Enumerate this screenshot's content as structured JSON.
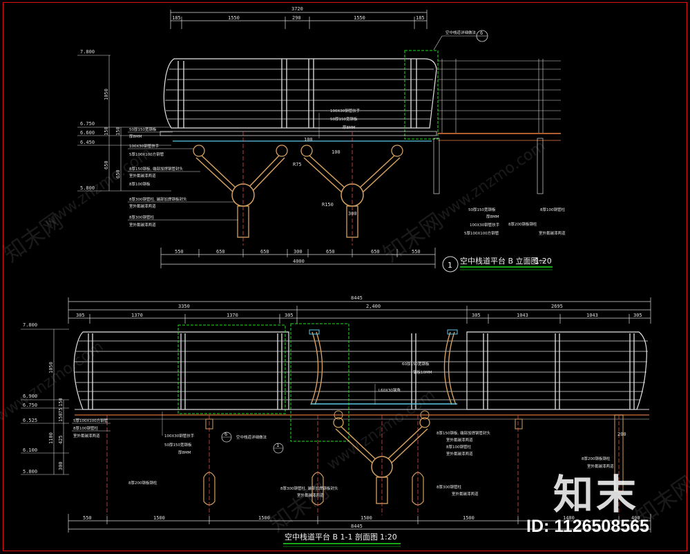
{
  "drawing1": {
    "title": "空中栈道平台 B 立面图一",
    "scale": "1:20",
    "index": "1",
    "top_total": "3720",
    "top_dims": [
      "185",
      "1550",
      "290",
      "1550",
      "185"
    ],
    "bottom_dims": [
      "550",
      "650",
      "650",
      "300",
      "650",
      "650",
      "550"
    ],
    "bottom_total": "4000",
    "levels": [
      "7.800",
      "6.750",
      "6.600",
      "6.450",
      "5.800"
    ],
    "vert_dims": [
      "1050",
      "150",
      "150",
      "650",
      "650"
    ],
    "inner_dims": [
      "100",
      "100",
      "R75",
      "R150",
      "300"
    ],
    "callout_top": "空中栈道详细做法",
    "callout_num": "6",
    "notes_left": [
      "50厚150宽钢板",
      "厚8MM",
      "100X30钢管扶手",
      "5厚100X100方钢管",
      "8厚150钢板, 端部加焊钢管封头",
      "室外氟碳漆两道",
      "8厚100钢板",
      "8厚300钢管柱, 端部加焊钢板封头",
      "室外氟碳漆两道",
      "8厚300钢管柱",
      "室外氟碳漆两道"
    ],
    "notes_center": [
      "100X30钢管扶手",
      "50厚150宽钢板",
      "厚8MM"
    ],
    "notes_right": [
      "50厚150宽钢板",
      "厚8MM",
      "100X30钢管扶手",
      "5厚100X100方钢管",
      "8厚100钢管柱",
      "8厚200钢板钢柱",
      "室外氟碳漆两道"
    ]
  },
  "drawing2": {
    "title": "空中栈道平台 B  1-1 剖面图",
    "scale": "1:20",
    "top_total": "8445",
    "top_groups": [
      "3350",
      "2,400",
      "2695"
    ],
    "top_dims": [
      "305",
      "1370",
      "1370",
      "305",
      "305",
      "1043",
      "1043",
      "305"
    ],
    "bottom_dims": [
      "550",
      "1500",
      "1500",
      "1500",
      "1500",
      "1480",
      "400"
    ],
    "bottom_total": "8445",
    "levels": [
      "7.800",
      "6.900",
      "6.750",
      "6.525",
      "6.100",
      "5.800"
    ],
    "vert_dims": [
      "1050",
      "150",
      "75",
      "150",
      "1100",
      "425",
      "300"
    ],
    "notes": [
      "5厚100X100方钢管",
      "8厚100钢管柱",
      "室外氟碳漆两道",
      "100X30钢管扶手",
      "50厚150宽钢板",
      "厚8MM",
      "空中栈道详细做法",
      "60厚150宽钢板",
      "钢板10MM",
      "L60X30钢角",
      "8厚150钢板, 端部加焊钢管封头",
      "室外氟碳漆两道",
      "8厚100钢管柱",
      "室外氟碳漆两道",
      "8厚200钢板钢柱",
      "8厚300钢管柱, 端部加焊钢板封头",
      "室外氟碳漆两道",
      "8厚300钢管柱",
      "室外氟碳漆两道",
      "8厚200钢板钢柱",
      "室外氟碳漆两道"
    ],
    "dim_200": "200",
    "callout_a": "6",
    "callout_b": "1"
  },
  "watermark": {
    "brand": "知末",
    "site_text": "www.znzmo.com",
    "site_cn": "知末网",
    "id": "ID: 1126508565"
  },
  "colors": {
    "background": "#000000",
    "frame": "#e01010",
    "lines": "#dcdcdc",
    "dashed": "#20e020",
    "title_underline": "#20e020",
    "steel": "#d6a060",
    "column": "#e05050",
    "deck": "#b06030",
    "cyan": "#60c8e8"
  }
}
